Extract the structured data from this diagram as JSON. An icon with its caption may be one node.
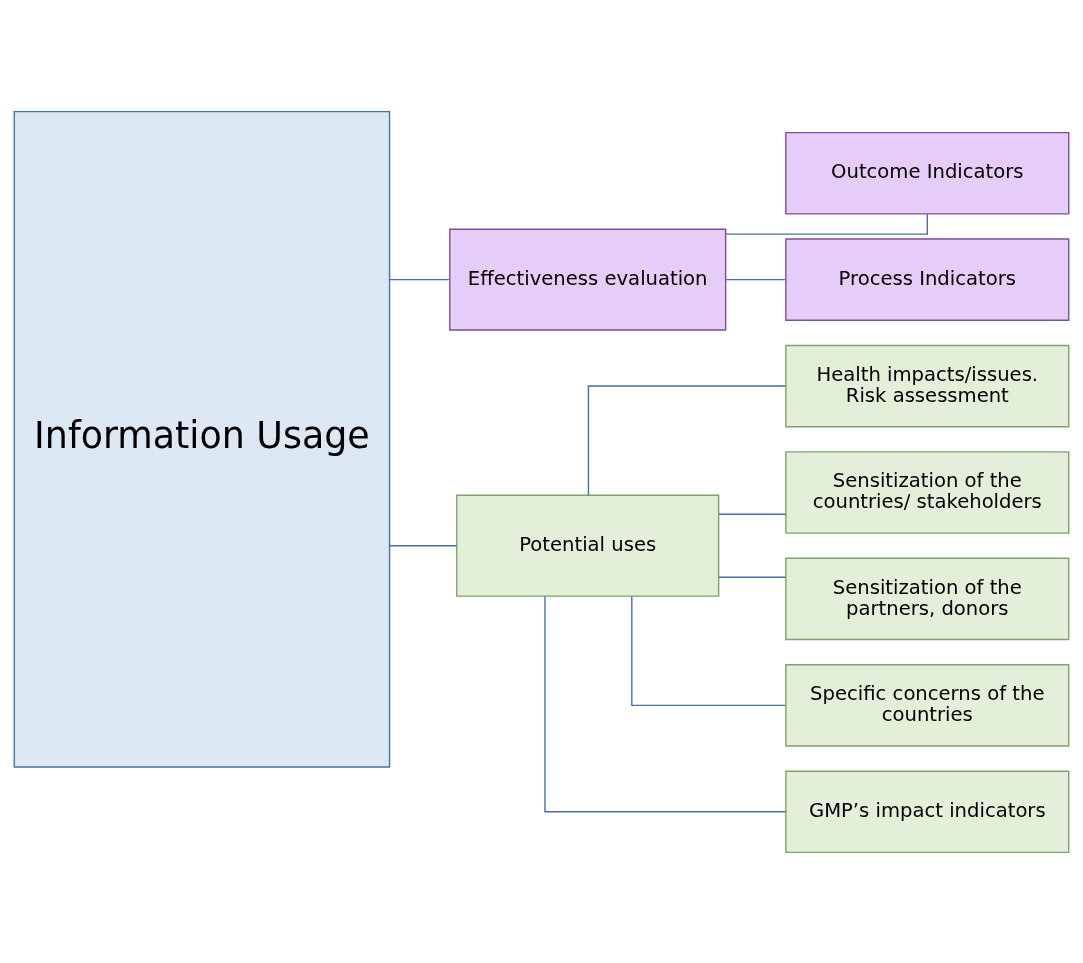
{
  "diagram": {
    "nodes": [
      {
        "text": [
          "Information Usage"
        ]
      },
      {
        "text": [
          "Effectiveness evaluation"
        ]
      },
      {
        "text": [
          "Outcome Indicators"
        ]
      },
      {
        "text": [
          "Process Indicators"
        ]
      },
      {
        "text": [
          "Potential uses"
        ]
      },
      {
        "text": [
          "Health impacts/issues. Risk assessment"
        ]
      },
      {
        "text": [
          "Sensitization of the countries/ stakeholders"
        ]
      },
      {
        "text": [
          "Sensitization of the partners, donors"
        ]
      },
      {
        "text": [
          "Specific concerns of the countries"
        ]
      },
      {
        "text": [
          "GMP’s impact indicators"
        ]
      }
    ],
    "edges": [
      {
        "from": 0,
        "to": 1,
        "arrow": "none"
      },
      {
        "from": 0,
        "to": 4,
        "arrow": "none"
      },
      {
        "from": 1,
        "to": 2,
        "arrow": "none"
      },
      {
        "from": 1,
        "to": 3,
        "arrow": "none"
      },
      {
        "from": 4,
        "to": 5,
        "arrow": "none"
      },
      {
        "from": 4,
        "to": 6,
        "arrow": "none"
      },
      {
        "from": 4,
        "to": 7,
        "arrow": "none"
      },
      {
        "from": 4,
        "to": 8,
        "arrow": "none"
      },
      {
        "from": 4,
        "to": 9,
        "arrow": "none"
      }
    ]
  }
}
